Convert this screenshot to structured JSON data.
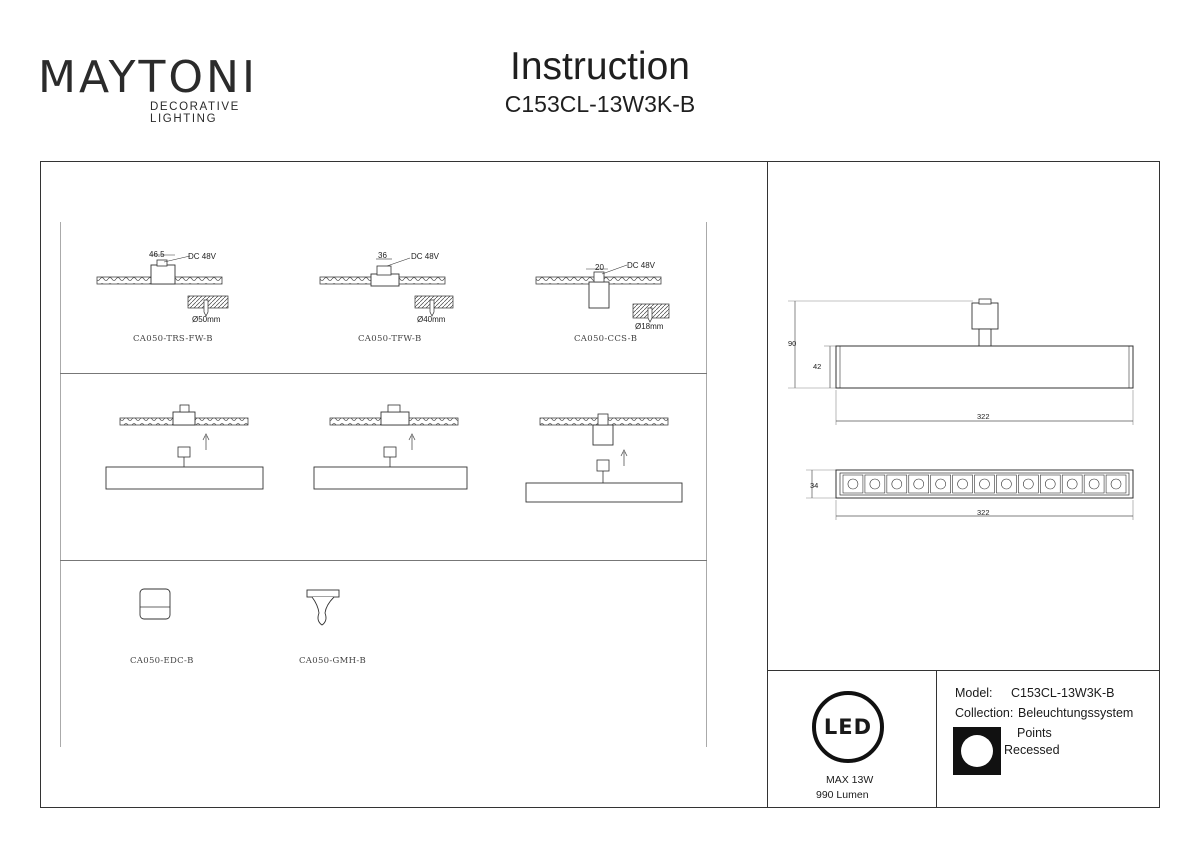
{
  "header": {
    "brand": "MAYTONI",
    "brand_tagline": "DECORATIVE LIGHTING",
    "title": "Instruction",
    "model": "C153CL-13W3K-B"
  },
  "accessories_row1": [
    {
      "code": "CA050-TRS-FW-B",
      "width_dim": "46.5",
      "power": "DC 48V",
      "hole": "Ø50mm"
    },
    {
      "code": "CA050-TFW-B",
      "width_dim": "36",
      "power": "DC 48V",
      "hole": "Ø40mm"
    },
    {
      "code": "CA050-CCS-B",
      "width_dim": "20",
      "power": "DC 48V",
      "hole": "Ø18mm"
    }
  ],
  "accessories_row3": [
    {
      "code": "CA050-EDC-B"
    },
    {
      "code": "CA050-GMH-B"
    }
  ],
  "dimensions": {
    "total_height": "90",
    "body_height": "42",
    "length": "322",
    "width": "34",
    "length_bottom": "322"
  },
  "specs": {
    "led_badge": "LED",
    "power": "MAX 13W",
    "lumen": "990 Lumen",
    "model_label": "Model:",
    "model_value": "C153CL-13W3K-B",
    "collection_label": "Collection:",
    "collection_value": "Beleuchtungssystem",
    "collection_sub": "Points",
    "mount_type": "Recessed"
  }
}
